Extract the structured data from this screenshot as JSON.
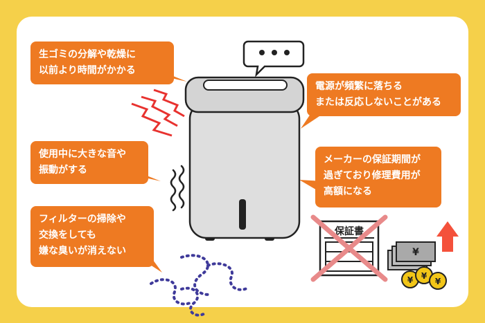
{
  "bubbles": {
    "garbage_drying": {
      "line1": "生ゴミの分解や乾燥に",
      "line2": "以前より時間がかかる"
    },
    "noise": {
      "line1": "使用中に大きな音や",
      "line2": "振動がする"
    },
    "filter": {
      "line1": "フィルターの掃除や",
      "line2": "交換をしても",
      "line3": "嫌な臭いが消えない"
    },
    "power": {
      "line1": "電源が頻繁に落ちる",
      "line2": "または反応しないことがある"
    },
    "warranty": {
      "line1": "メーカーの保証期間が",
      "line2": "過ぎており修理費用が",
      "line3": "高額になる"
    }
  },
  "warranty_doc": {
    "title": "保証書"
  },
  "money": {
    "currency_symbol": "¥"
  },
  "colors": {
    "background": "#f5d04a",
    "bubble": "#ee7a22",
    "warning_red": "#e8322f",
    "cross": "#e88a8a",
    "arrow": "#f4513b",
    "odor": "#3f3a9a",
    "coin": "#f2c618"
  },
  "icons": [
    "speech-ellipsis-icon",
    "lightning-warning-icon",
    "vibration-icon",
    "odor-icon",
    "warranty-crossed-icon",
    "money-icon",
    "arrow-up-icon"
  ]
}
